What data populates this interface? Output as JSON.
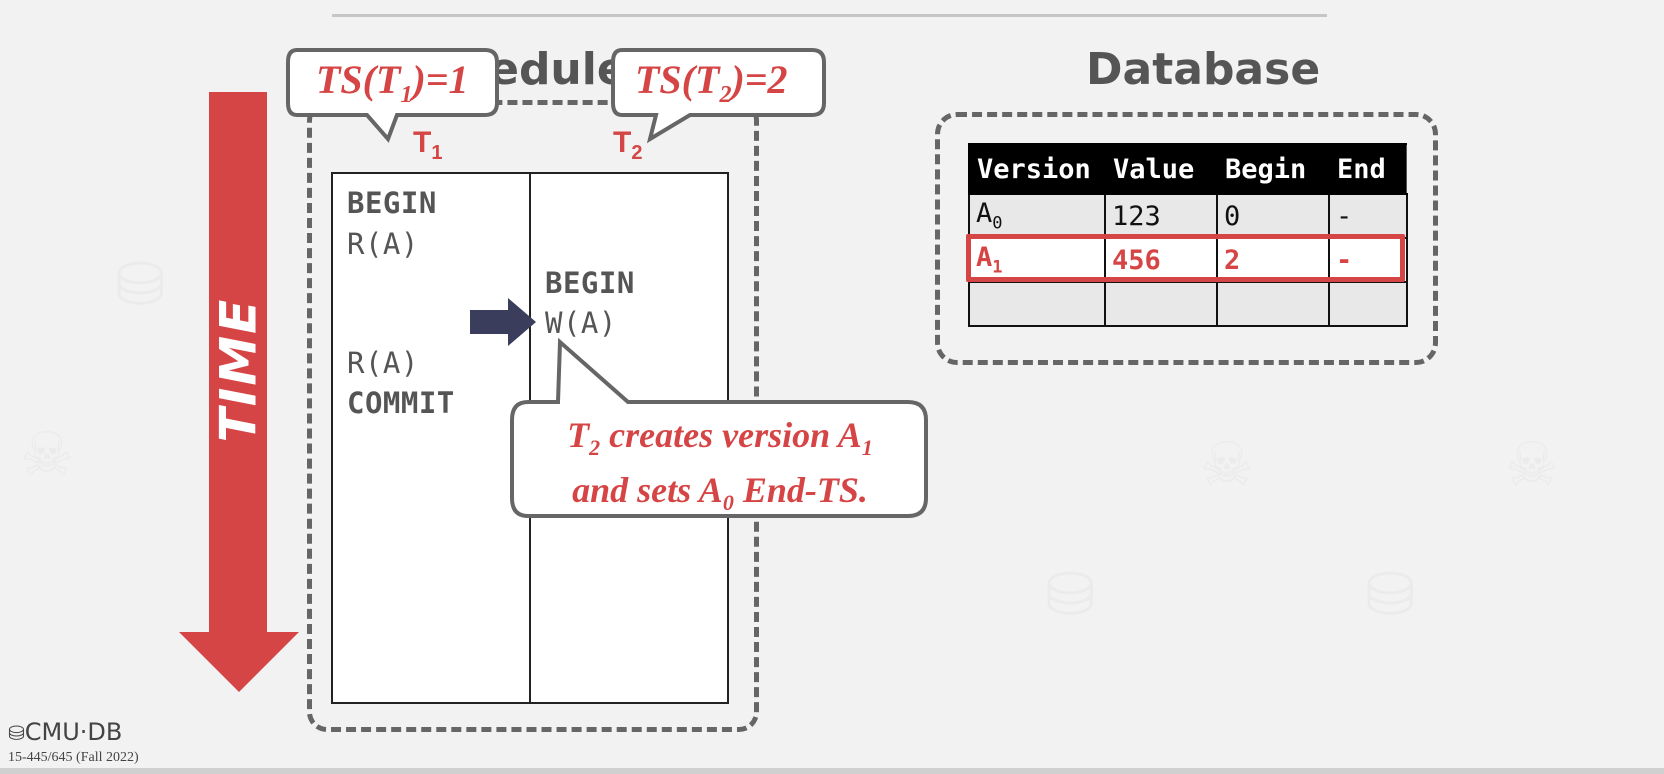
{
  "schedule": {
    "title": "Schedule",
    "t1_label": "T",
    "t1_sub": "1",
    "t2_label": "T",
    "t2_sub": "2",
    "t1_ops": [
      "BEGIN",
      "R(A)",
      "R(A)",
      "COMMIT"
    ],
    "t2_ops": [
      "BEGIN",
      "W(A)"
    ]
  },
  "timestamps": {
    "ts1_pre": "TS(T",
    "ts1_sub": "1",
    "ts1_post": ")=1",
    "ts2_pre": "TS(T",
    "ts2_sub": "2",
    "ts2_post": ")=2"
  },
  "time_label": "TIME",
  "callout": {
    "l1_a": "T",
    "l1_a_sub": "2",
    "l1_b": " creates version A",
    "l1_b_sub": "1",
    "l2_a": "and sets A",
    "l2_a_sub": "0",
    "l2_b": " End-TS."
  },
  "database": {
    "title": "Database",
    "headers": [
      "Version",
      "Value",
      "Begin",
      "End"
    ],
    "rows": [
      {
        "version": "A",
        "version_sub": "0",
        "value": "123",
        "begin": "0",
        "end": "-"
      },
      {
        "version": "A",
        "version_sub": "1",
        "value": "456",
        "begin": "2",
        "end": "-"
      },
      {
        "version": "",
        "version_sub": "",
        "value": "",
        "begin": "",
        "end": ""
      }
    ]
  },
  "footer": {
    "logo": "CMU·DB",
    "course": "15-445/645 (Fall 2022)"
  },
  "colors": {
    "accent_red": "#d64545",
    "arrow_navy": "#3b3d5c",
    "dash_gray": "#666666"
  },
  "icons": [
    "database-icon",
    "skull-icon",
    "right-arrow-icon",
    "down-arrow-icon"
  ]
}
